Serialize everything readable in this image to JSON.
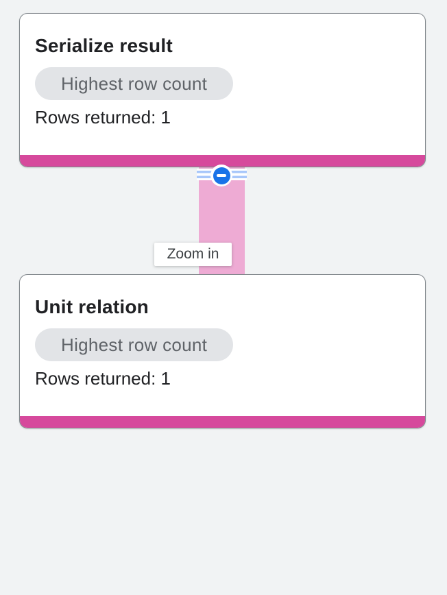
{
  "canvas": {
    "background_color": "#f1f3f4"
  },
  "nodes": [
    {
      "title": "Serialize result",
      "badge_label": "Highest row count",
      "rows_text": "Rows returned: 1",
      "accent_color": "#d6499c"
    },
    {
      "title": "Unit relation",
      "badge_label": "Highest row count",
      "rows_text": "Rows returned: 1",
      "accent_color": "#d6499c"
    }
  ],
  "edge": {
    "fill_color": "#eeabd4",
    "stripe_color": "#a8c7fa",
    "collapse_button": {
      "icon": "minus-icon",
      "circle_color": "#1a73e8"
    }
  },
  "tooltip": {
    "label": "Zoom in"
  }
}
